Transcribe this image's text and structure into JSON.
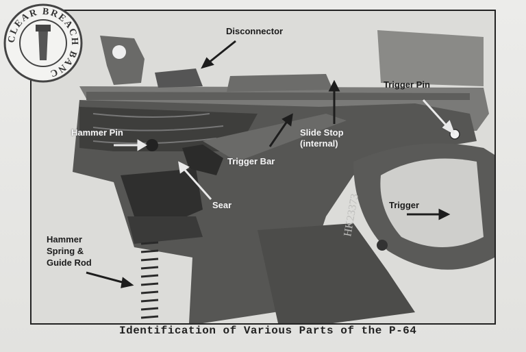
{
  "labels": {
    "disconnector": "Disconnector",
    "trigger_pin": "Trigger Pin",
    "hammer_pin": "Hammer Pin",
    "slide_stop": "Slide Stop",
    "slide_stop_note": "(internal)",
    "trigger_bar": "Trigger Bar",
    "sear": "Sear",
    "trigger": "Trigger",
    "hammer_spring_1": "Hammer",
    "hammer_spring_2": "Spring &",
    "hammer_spring_3": "Guide Rod"
  },
  "stamp_text": "CLEAR BREACH BANC",
  "serial_marking": "HK23373",
  "caption": "Identification of Various Parts of the P-64"
}
